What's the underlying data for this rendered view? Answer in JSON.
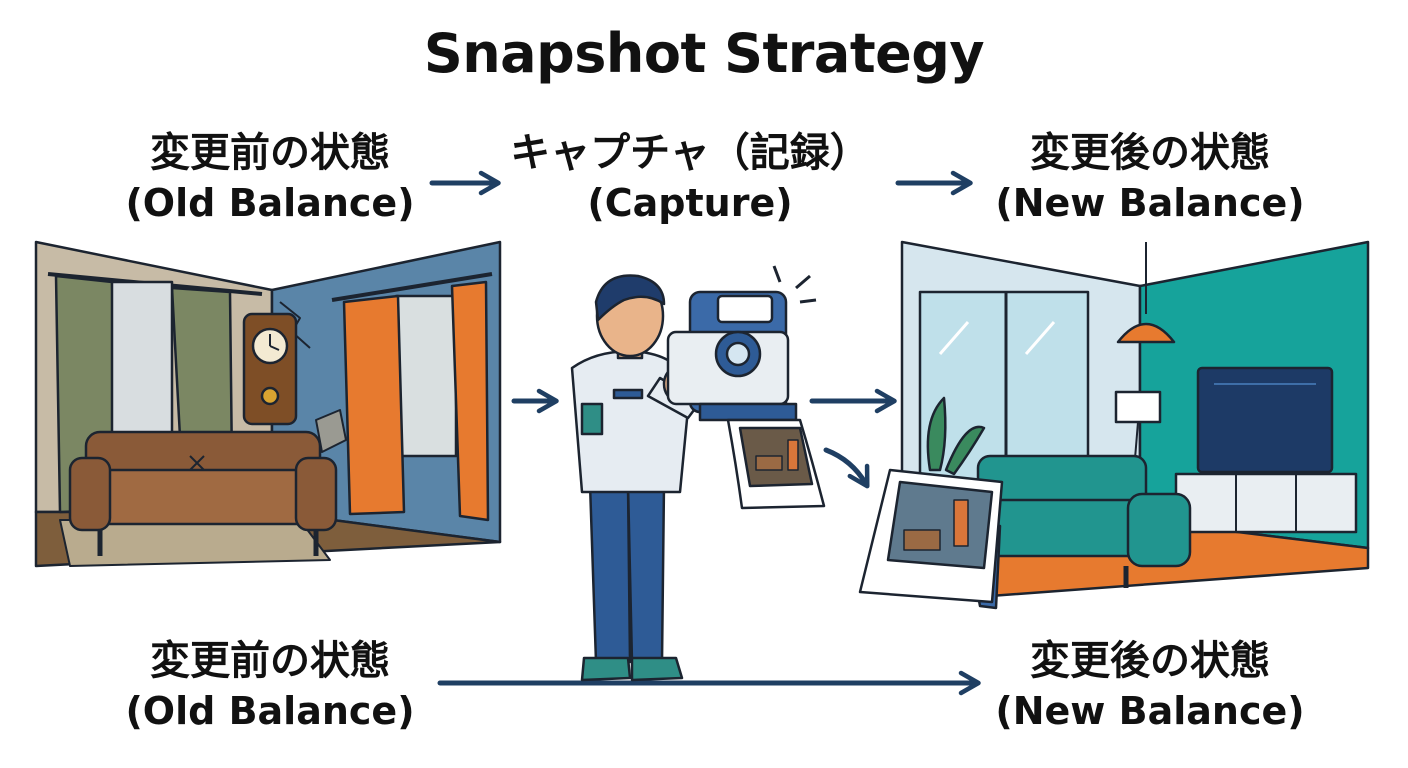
{
  "title": "Snapshot Strategy",
  "labels": {
    "old_top": {
      "jp": "変更前の状態",
      "en": "(Old Balance)"
    },
    "capture": {
      "jp": "キャプチャ（記録）",
      "en": "(Capture)"
    },
    "new_top": {
      "jp": "変更後の状態",
      "en": "(New Balance)"
    },
    "old_bottom": {
      "jp": "変更前の状態",
      "en": "(Old Balance)"
    },
    "new_bottom": {
      "jp": "変更後の状態",
      "en": "(New Balance)"
    }
  },
  "icons": {
    "old_room": "old-room-illustration",
    "photographer": "photographer-with-instant-camera",
    "new_room": "new-room-illustration",
    "photo": "instant-photo-print"
  },
  "colors": {
    "arrow": "#1f3f63",
    "old_wall": "#5a85a8",
    "new_wall": "#16a39b",
    "accent_orange": "#e77a2f",
    "outline": "#1c2430"
  }
}
